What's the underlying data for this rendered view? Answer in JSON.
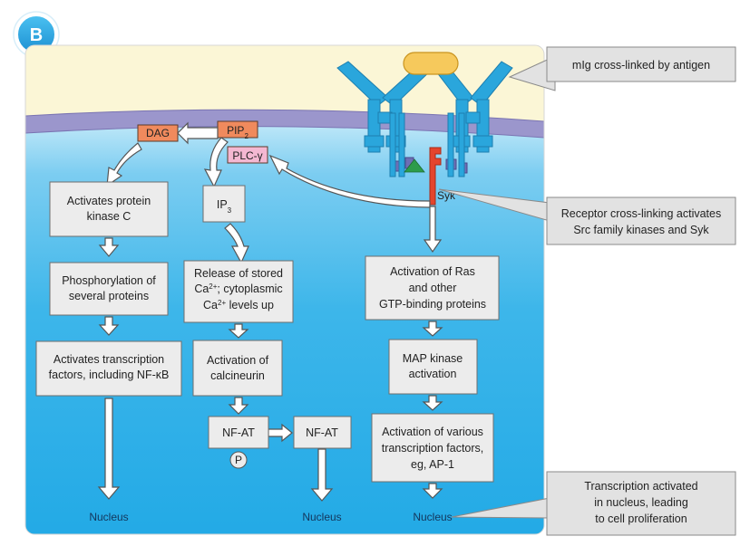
{
  "panel_badge": "B",
  "colors": {
    "extracellular": "#fbf6d6",
    "membrane": "#9b96cc",
    "cytoplasm_top": "#bde7f8",
    "cytoplasm_bottom": "#23aae6",
    "receptor": "#2aa6dc",
    "antigen": "#f6c95c",
    "syk": "#e4452d",
    "dag_pip2_fill": "#f08a5d",
    "plc_fill": "#f4b8d2",
    "box_fill": "#ececec"
  },
  "callouts": {
    "antigen": "mIg cross-linked by antigen",
    "kinases_line1": "Receptor cross-linking activates",
    "kinases_line2": "Src family kinases and Syk",
    "nucleus_line1": "Transcription activated",
    "nucleus_line2": "in nucleus, leading",
    "nucleus_line3": "to cell proliferation"
  },
  "membrane_labels": {
    "dag": "DAG",
    "pip": "PIP",
    "pip_sub": "2",
    "plc": "PLC-γ",
    "syk": "Syk"
  },
  "left_pathway": {
    "pkc_line1": "Activates protein",
    "pkc_line2": "kinase C",
    "phos_line1": "Phosphorylation of",
    "phos_line2": "several proteins",
    "tf_line1": "Activates transcription",
    "tf_line2": "factors, including NF-κB",
    "nucleus": "Nucleus"
  },
  "middle_pathway": {
    "ip": "IP",
    "ip_sub": "3",
    "ca_line1": "Release of stored",
    "ca_ion": "Ca",
    "ca_charge": "2+",
    "ca_line2_rest": "; cytoplasmic",
    "ca_line3_rest": " levels up",
    "calc_line1": "Activation of",
    "calc_line2": "calcineurin",
    "nfat_p": "NF-AT",
    "phosphate": "P",
    "nfat": "NF-AT",
    "nucleus": "Nucleus"
  },
  "right_pathway": {
    "ras_line1": "Activation of Ras",
    "ras_line2": "and other",
    "ras_line3": "GTP-binding proteins",
    "mapk_line1": "MAP kinase",
    "mapk_line2": "activation",
    "tf_line1": "Activation of various",
    "tf_line2": "transcription factors,",
    "tf_line3": "eg, AP-1",
    "nucleus": "Nucleus"
  }
}
